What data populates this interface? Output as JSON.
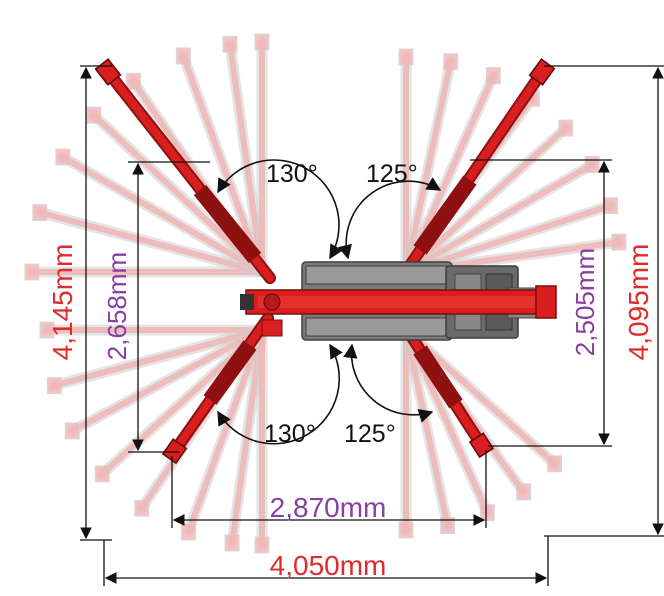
{
  "colors": {
    "red": "#e02b2b",
    "purple": "#8a3fa3",
    "boom": "#d81e1e",
    "boom_dark": "#8e1010",
    "ghost": "#f1b6b6",
    "ghost_grey": "#cfcfcf",
    "body_grey": "#6d6d6d",
    "line": "#111111"
  },
  "angles": {
    "top_left": "130°",
    "top_right": "125°",
    "bottom_left": "130°",
    "bottom_right": "125°"
  },
  "dimensions": {
    "front_outrigger_width": "2,870mm",
    "overall_width": "4,050mm",
    "left_inner_span": "2,658mm",
    "left_outer_span": "4,145mm",
    "right_inner_span": "2,505mm",
    "right_outer_span": "4,095mm"
  },
  "icons": {
    "machine": "spider-crane-top-view",
    "outrigger": "outrigger-arm",
    "swing_arc": "swing-arc-arrow"
  }
}
